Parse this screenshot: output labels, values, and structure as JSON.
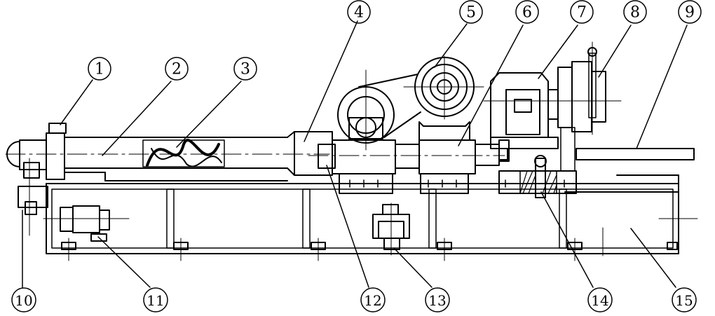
{
  "diagram": {
    "type": "technical-drawing",
    "stroke_color": "#000000",
    "background": "#ffffff",
    "callouts": [
      {
        "label": "1"
      },
      {
        "label": "2"
      },
      {
        "label": "3"
      },
      {
        "label": "4"
      },
      {
        "label": "5"
      },
      {
        "label": "6"
      },
      {
        "label": "7"
      },
      {
        "label": "8"
      },
      {
        "label": "9"
      },
      {
        "label": "10"
      },
      {
        "label": "11"
      },
      {
        "label": "12"
      },
      {
        "label": "13"
      },
      {
        "label": "14"
      },
      {
        "label": "15"
      }
    ]
  }
}
